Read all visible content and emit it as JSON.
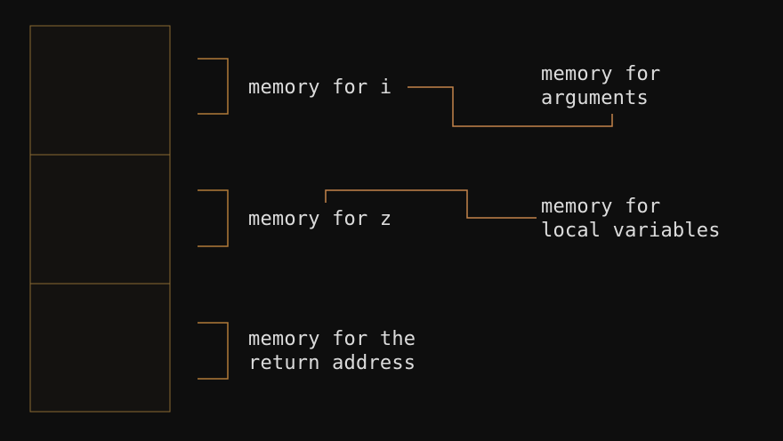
{
  "stack_cells": [
    {
      "label_lines": [
        "memory for i"
      ]
    },
    {
      "label_lines": [
        "memory for z"
      ]
    },
    {
      "label_lines": [
        "memory for the",
        "return address"
      ]
    }
  ],
  "annotations": {
    "arguments": [
      "memory for",
      "arguments"
    ],
    "locals": [
      "memory for",
      "local variables"
    ]
  },
  "colors": {
    "background": "#0e0e0e",
    "cell_stroke": "#8a6a32",
    "bracket": "#b07a38",
    "connector": "#c4834a",
    "text": "#dcdcdc"
  }
}
